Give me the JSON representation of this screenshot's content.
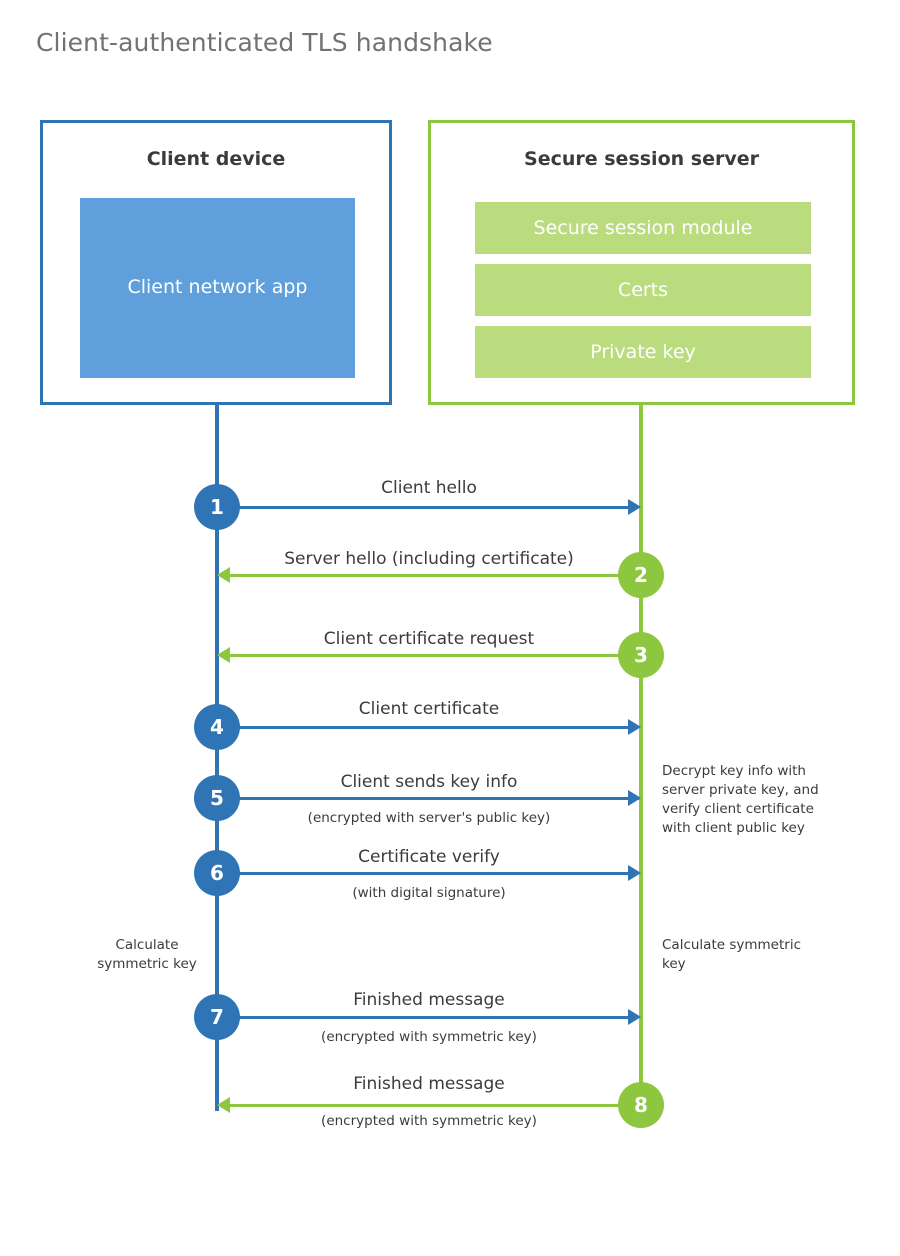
{
  "title": "Client-authenticated TLS handshake",
  "colors": {
    "client_blue": "#2F75B5",
    "client_app_blue": "#5FA0DC",
    "server_green": "#8DC63F",
    "server_block_green": "#BBDC7E",
    "text_dark": "#3b3b3d",
    "title_gray": "#6f7276"
  },
  "client": {
    "title": "Client device",
    "app_label": "Client network\napp"
  },
  "server": {
    "title": "Secure session server",
    "blocks": [
      "Secure session module",
      "Certs",
      "Private key"
    ]
  },
  "steps": [
    {
      "number": "1",
      "label": "Client hello",
      "sublabel": "",
      "direction": "client-to-server",
      "origin": "client"
    },
    {
      "number": "2",
      "label": "Server hello (including certificate)",
      "sublabel": "",
      "direction": "server-to-client",
      "origin": "server"
    },
    {
      "number": "3",
      "label": "Client certificate request",
      "sublabel": "",
      "direction": "server-to-client",
      "origin": "server"
    },
    {
      "number": "4",
      "label": "Client certificate",
      "sublabel": "",
      "direction": "client-to-server",
      "origin": "client"
    },
    {
      "number": "5",
      "label": "Client sends key info",
      "sublabel": "(encrypted with server's public key)",
      "direction": "client-to-server",
      "origin": "client"
    },
    {
      "number": "6",
      "label": "Certificate verify",
      "sublabel": "(with digital signature)",
      "direction": "client-to-server",
      "origin": "client"
    },
    {
      "number": "7",
      "label": "Finished message",
      "sublabel": "(encrypted with symmetric key)",
      "direction": "client-to-server",
      "origin": "client"
    },
    {
      "number": "8",
      "label": "Finished message",
      "sublabel": "(encrypted with symmetric key)",
      "direction": "server-to-client",
      "origin": "server"
    }
  ],
  "annotations": {
    "server_decrypt": "Decrypt key info with server private key, and verify client certificate with client public key",
    "client_calculate": "Calculate symmetric key",
    "server_calculate": "Calculate symmetric key"
  }
}
